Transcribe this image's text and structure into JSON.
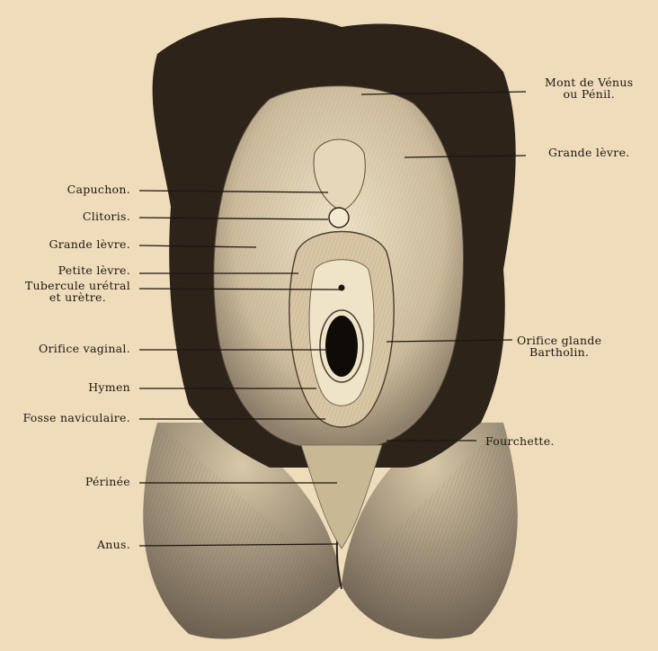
{
  "labels_left": [
    {
      "id": "capuchon",
      "text": "Capuchon."
    },
    {
      "id": "clitoris",
      "text": "Clitoris."
    },
    {
      "id": "grande-levre-left",
      "text": "Grande lèvre."
    },
    {
      "id": "petite-levre",
      "text": "Petite lèvre."
    },
    {
      "id": "tubercule",
      "text": "Tubercule urétral",
      "text2": "et urètre."
    },
    {
      "id": "orifice-vaginal",
      "text": "Orifice vaginal."
    },
    {
      "id": "hymen",
      "text": "Hymen"
    },
    {
      "id": "fosse-naviculaire",
      "text": "Fosse naviculaire."
    },
    {
      "id": "perinee",
      "text": "Périnée"
    },
    {
      "id": "anus",
      "text": "Anus."
    }
  ],
  "labels_right": [
    {
      "id": "mont-de-venus",
      "text": "Mont de Vénus",
      "text2": "ou Pénil."
    },
    {
      "id": "grande-levre-right",
      "text": "Grande lèvre."
    },
    {
      "id": "orifice-glande",
      "text": "Orifice glande",
      "text2": "Bartholin."
    },
    {
      "id": "fourchette",
      "text": "Fourchette."
    }
  ],
  "colors": {
    "paper": "#eedcbb",
    "ink": "#1e1710",
    "skin": "#d9c9aa",
    "skin_shadow": "#8f806b",
    "hair": "#2a2118"
  }
}
